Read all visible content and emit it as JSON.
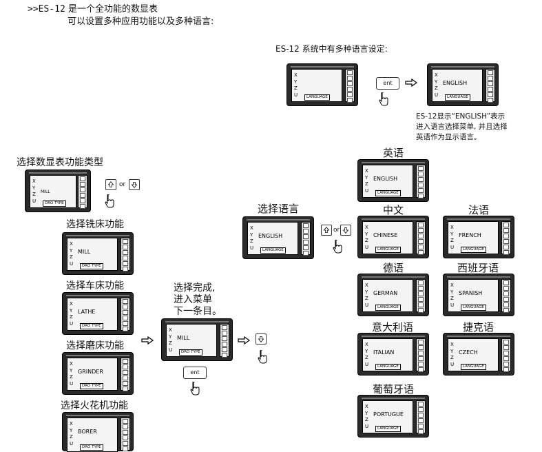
{
  "intro": {
    "prefix": ">>ES-12",
    "line1_text": "是一个全功能的数显表",
    "line2": "可以设置多种应用功能以及多种语言:"
  },
  "language_section": {
    "title": "ES-12 系统中有多种语言设定:",
    "enter_key": "ent",
    "description": [
      "ES-12显示“ENGLISH”表示",
      "进入语言选择菜单, 并且选择",
      "英语作为显示语言。"
    ]
  },
  "dro": {
    "axes": "X\nY\nZ\nU",
    "tag_language": "LANGUAGE",
    "tag_dro_type": "DRO TYPE"
  },
  "screens": {
    "lang_blank": "",
    "lang_english_top": "ENGLISH",
    "type_mill": "MILL",
    "type_mill2": "MILL",
    "type_lathe": "LATHE",
    "type_grinder": "GRINDER",
    "type_borer": "BORER",
    "type_confirm": "MILL",
    "lang_select": "ENGLISH",
    "lang_english": "ENGLISH",
    "lang_chinese": "CHINESE",
    "lang_french": "FRENCH",
    "lang_german": "GERMAN",
    "lang_spanish": "SPANISH",
    "lang_italian": "ITALIAN",
    "lang_czech": "CZECH",
    "lang_portugue": "PORTUGUE"
  },
  "labels": {
    "select_type": "选择数显表功能类型",
    "mill": "选择铣床功能",
    "lathe": "选择车床功能",
    "grinder": "选择磨床功能",
    "edm": "选择火花机功能",
    "done": [
      "选择完成,",
      "进入菜单",
      "下一条目。"
    ],
    "select_language": "选择语言",
    "english": "英语",
    "chinese": "中文",
    "french": "法语",
    "german": "德语",
    "spanish": "西班牙语",
    "italian": "意大利语",
    "czech": "捷克语",
    "portuguese": "葡萄牙语"
  },
  "or_text": "or",
  "enter_key_bottom": "ent"
}
